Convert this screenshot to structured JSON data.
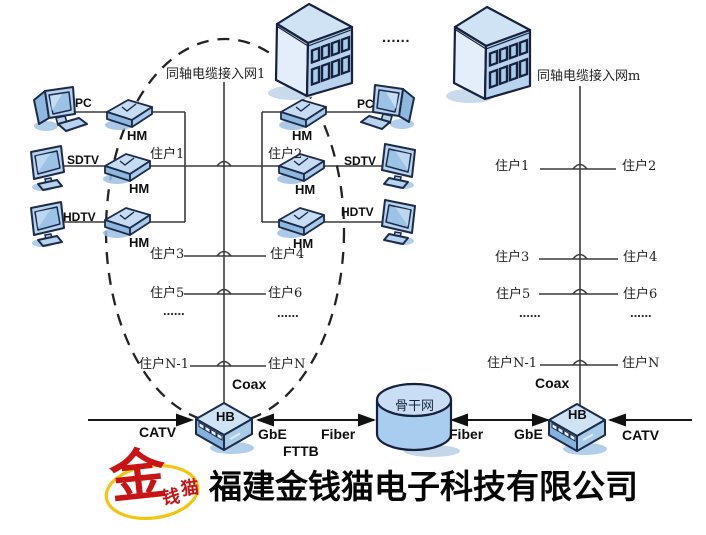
{
  "colors": {
    "device_fill": "#b7d3ee",
    "device_fill_light": "#cfe3f5",
    "device_fill_dark": "#8fb8de",
    "outline_navy": "#1c2b4a",
    "connection_line": "#3c3c3c",
    "logo_red": "#c81414",
    "logo_yellow": "#f0c612",
    "text": "#1c1c1c"
  },
  "net1": {
    "title": "同轴电缆接入网1",
    "pc": "PC",
    "sdtv": "SDTV",
    "hdtv": "HDTV",
    "hm": "HM",
    "h1": "住户1",
    "h2": "住户2",
    "h3": "住户3",
    "h4": "住户4",
    "h5": "住户5",
    "h6": "住户6",
    "hn1": "住户N-1",
    "hn": "住户N",
    "dots": "......",
    "coax": "Coax",
    "hb": "HB",
    "catv": "CATV",
    "gbe": "GbE",
    "fiber": "Fiber",
    "fttb": "FTTB"
  },
  "netm": {
    "title": "同轴电缆接入网m",
    "h1": "住户1",
    "h2": "住户2",
    "h3": "住户3",
    "h4": "住户4",
    "h5": "住户5",
    "h6": "住户6",
    "hn1": "住户N-1",
    "hn": "住户N",
    "dots": "......",
    "coax": "Coax",
    "hb": "HB",
    "gbe": "GbE",
    "fiber": "Fiber",
    "catv": "CATV"
  },
  "mid": {
    "dots": "......",
    "backbone": "骨干网"
  },
  "footer": {
    "jin": "金",
    "qian": "钱",
    "mao": "猫",
    "company": "福建金钱猫电子科技有限公司"
  }
}
